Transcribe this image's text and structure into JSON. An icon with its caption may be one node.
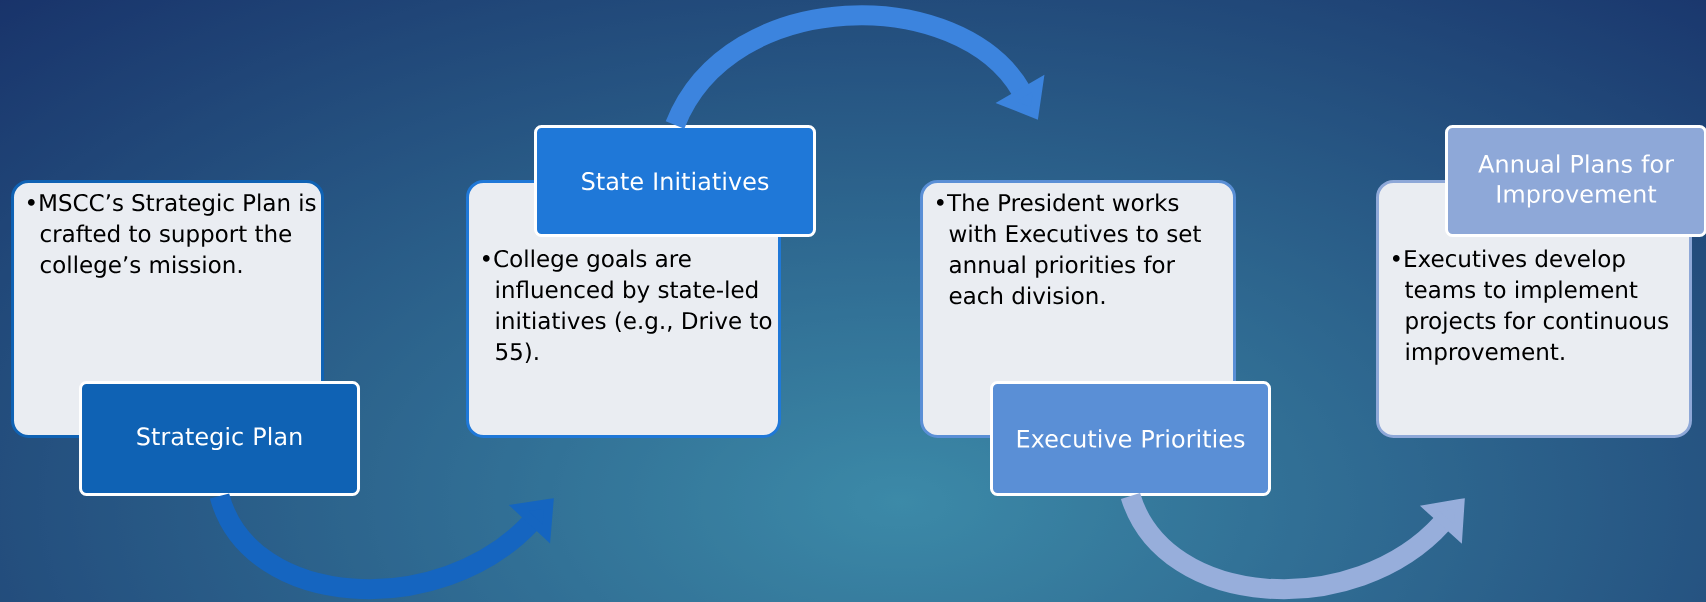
{
  "diagram": {
    "nodes": [
      {
        "text": [
          "•MSCC’s Strategic Plan is crafted to support the college’s mission."
        ]
      },
      {
        "text": [
          "Strategic Plan"
        ]
      },
      {
        "text": [
          "State Initiatives"
        ]
      },
      {
        "text": [
          "•College goals are influenced by state-led initiatives (e.g., Drive to 55)."
        ]
      },
      {
        "text": [
          "•The President works with Executives to set annual priorities for each division."
        ]
      },
      {
        "text": [
          "Executive Priorities"
        ]
      },
      {
        "text": [
          "Annual Plans for Improvement"
        ]
      },
      {
        "text": [
          "•Executives develop teams to implement projects for continuous improvement."
        ]
      }
    ],
    "edges": [
      {
        "from": 1,
        "to": 3,
        "arrow": "to",
        "color": "#1565c0"
      },
      {
        "from": 2,
        "to": 4,
        "arrow": "to",
        "color": "#3c84de"
      },
      {
        "from": 5,
        "to": 7,
        "arrow": "to",
        "color": "#97aedb"
      }
    ]
  }
}
